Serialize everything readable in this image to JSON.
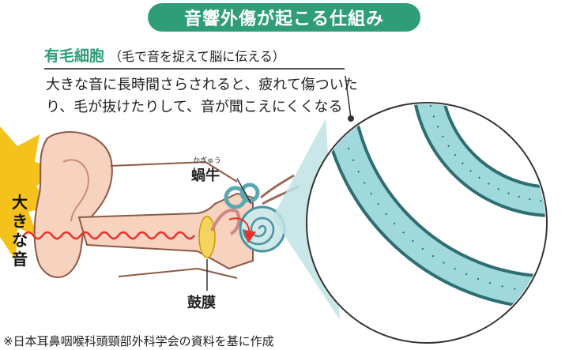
{
  "title": "音響外傷が起こる仕組み",
  "cell": {
    "name": "有毛細胞",
    "explanation": "（毛で音を捉えて脳に伝える）"
  },
  "description": "大きな音に長時間さらされると、疲れて傷ついたり、毛が抜けたりして、音が聞こえにくくなる",
  "loud_sound": "大きな音",
  "cochlea": {
    "label": "蝸牛",
    "reading": "かぎゅう"
  },
  "eardrum": "鼓膜",
  "source": "※日本耳鼻咽喉科頭頸部外科学会の資料を基に作成",
  "colors": {
    "accent": "#2f9e78",
    "cell_fill": "#9fd9dc",
    "ear_skin": "#f7d2bf",
    "sound_wave": "#e8322a",
    "burst": "#f5c21b"
  }
}
